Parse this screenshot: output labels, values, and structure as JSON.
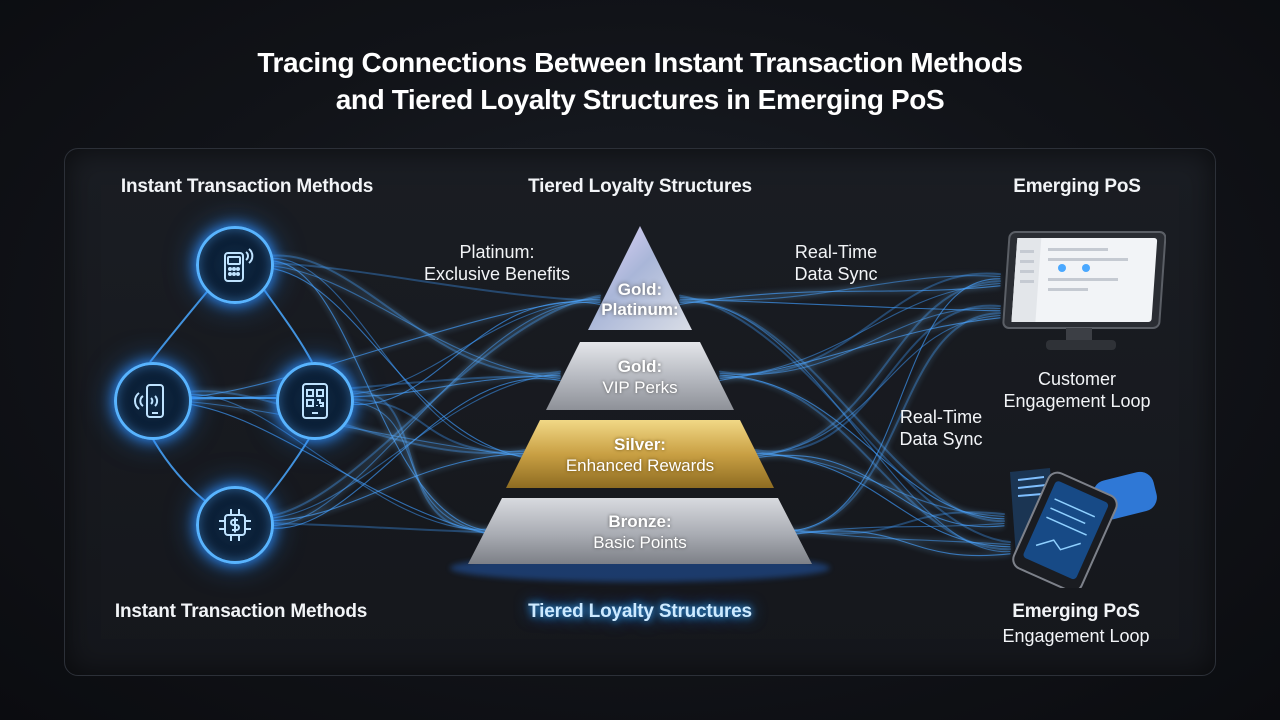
{
  "title": {
    "line1": "Tracing Connections Between Instant Transaction Methods",
    "line2": "and Tiered Loyalty Structures in Emerging PoS"
  },
  "headers": {
    "left_top": "Instant Transaction Methods",
    "center_top": "Tiered Loyalty Structures",
    "right_top": "Emerging PoS",
    "left_bottom": "Instant Transaction Methods",
    "center_bottom": "Tiered Loyalty Structures",
    "right_bottom_title": "Emerging PoS",
    "right_bottom_sub": "Engagement Loop"
  },
  "annotations": {
    "platinum_line1": "Platinum:",
    "platinum_line2": "Exclusive Benefits",
    "sync_top_line1": "Real-Time",
    "sync_top_line2": "Data Sync",
    "sync_mid_line1": "Real-Time",
    "sync_mid_line2": "Data Sync",
    "customer_line1": "Customer",
    "customer_line2": "Engagement Loop"
  },
  "pyramid": {
    "apex": {
      "line1": "Gold:",
      "line2": "Platinum:"
    },
    "tiers": [
      {
        "name": "Gold:",
        "desc": "VIP Perks"
      },
      {
        "name": "Silver:",
        "desc": "Enhanced Rewards"
      },
      {
        "name": "Bronze:",
        "desc": "Basic Points"
      }
    ]
  },
  "icons": {
    "top": "contactless-card-terminal-icon",
    "left": "mobile-contactless-payment-icon",
    "right": "qr-code-phone-icon",
    "bottom": "digital-dollar-chip-icon"
  },
  "colors": {
    "accent": "#3aa8ff",
    "gold": "#d9b24a",
    "silver": "#c9ccd2",
    "background": "#111318"
  }
}
